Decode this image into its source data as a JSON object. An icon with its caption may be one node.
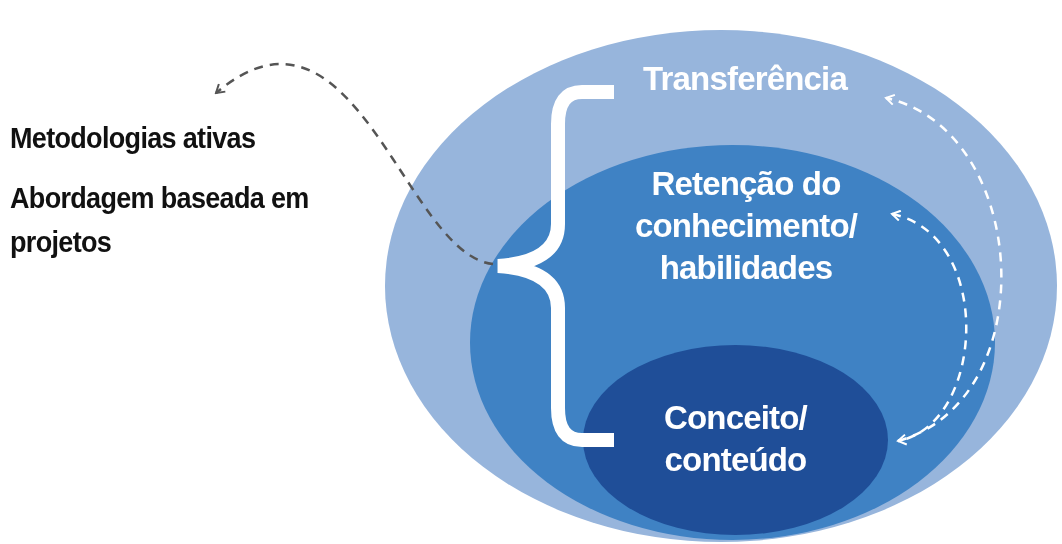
{
  "diagram": {
    "nodes": [
      {
        "text": [
          "Transferência"
        ]
      },
      {
        "text": [
          "Retenção do conhecimento/ habilidades"
        ],
        "in": 0
      },
      {
        "text": [
          "Conceito/ conteúdo"
        ],
        "in": 1
      },
      {
        "text": [
          "Metodologias ativas",
          "Abordagem baseada em projetos"
        ]
      },
      {
        "text": [],
        "shape": "brace",
        "in": 0
      }
    ],
    "edges": [
      {
        "from": 4,
        "to": 3,
        "arrow": "to",
        "style": "dashed",
        "color": "#555555"
      },
      {
        "from": 2,
        "to": 0,
        "arrow": "to",
        "style": "dashed"
      },
      {
        "from": 1,
        "to": 2,
        "arrow": "both",
        "style": "dashed"
      }
    ]
  }
}
